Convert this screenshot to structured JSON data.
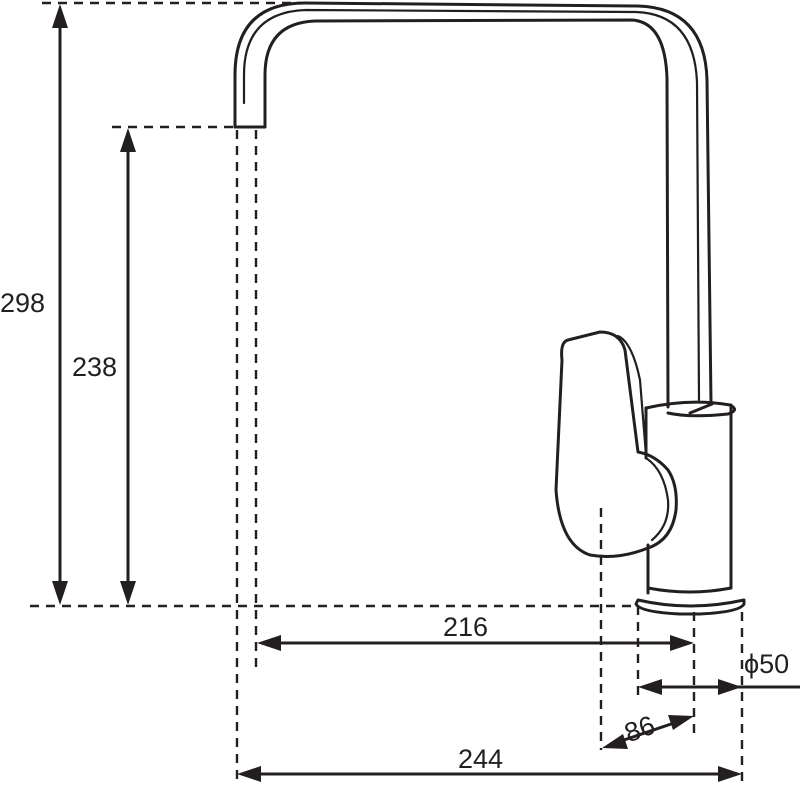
{
  "dimensions": {
    "overall_height": "298",
    "spout_height": "238",
    "spout_reach": "216",
    "base_diameter": "ϕ50",
    "handle_offset": "86",
    "overall_depth": "244"
  },
  "colors": {
    "line": "#231f20",
    "background": "#ffffff"
  },
  "icons": {
    "faucet": "kitchen-faucet-outline"
  }
}
